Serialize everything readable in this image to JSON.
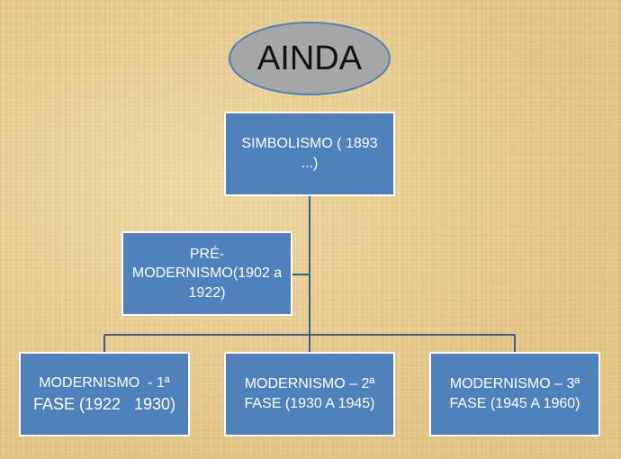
{
  "title": "AINDA",
  "nodes": {
    "simbolismo": "SIMBOLISMO ( 1893 ...)",
    "pre_modernismo": "PRÉ-MODERNISMO(1902 a 1922)",
    "modernismo_1": {
      "line1": "MODERNISMO  - 1ª",
      "line2": "FASE (1922   1930)"
    },
    "modernismo_2": "MODERNISMO – 2ª FASE (1930  A 1945)",
    "modernismo_3": "MODERNISMO – 3ª FASE (1945 A 1960)"
  },
  "colors": {
    "box_fill": "#4f81bd",
    "box_border": "#ffffff",
    "connector": "#385d8a",
    "ellipse_fill": "#a6a6a6",
    "background": "#e9cf8f"
  }
}
